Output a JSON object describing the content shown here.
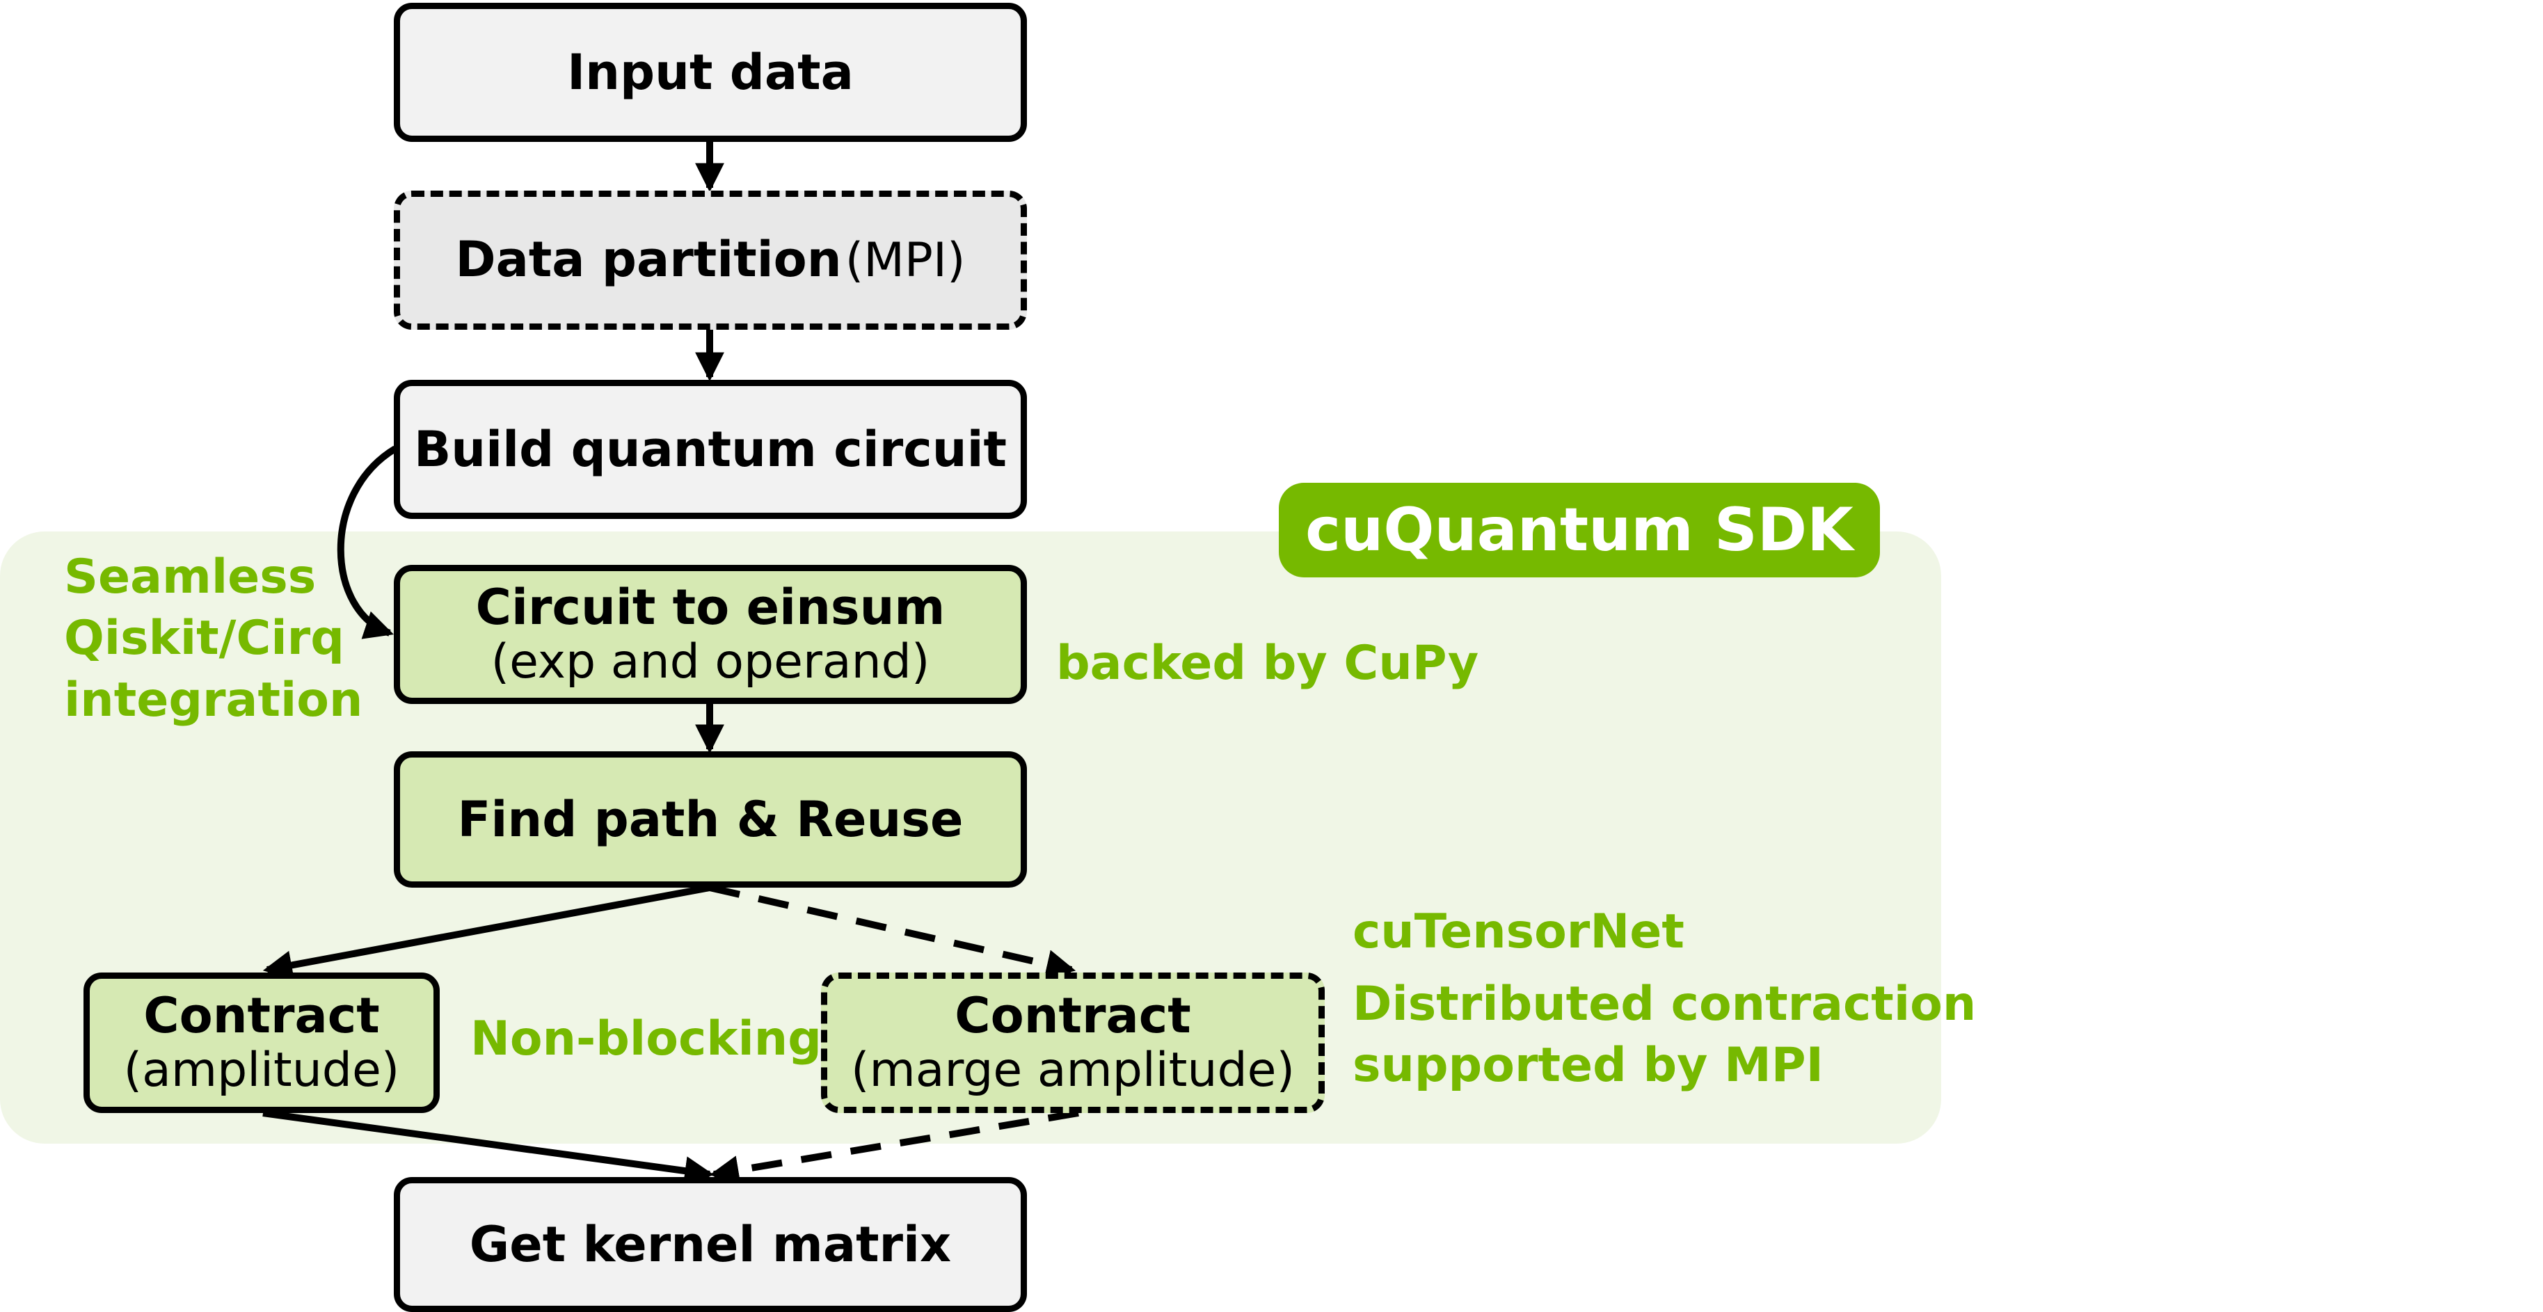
{
  "colors": {
    "accent": "#76b900",
    "sdk_background": "#f0f6e6",
    "step_gray": "#f2f2f2",
    "step_green": "#d6e9b3"
  },
  "sdk": {
    "badge": "cuQuantum SDK"
  },
  "steps": {
    "input": {
      "label": "Input data"
    },
    "partition": {
      "label": "Data partition",
      "suffix": "(MPI)"
    },
    "build": {
      "label": "Build quantum circuit"
    },
    "einsum": {
      "label": "Circuit to einsum",
      "sub": "(exp and operand)"
    },
    "find_path": {
      "label": "Find path & Reuse"
    },
    "contract_amplitude": {
      "label": "Contract",
      "sub": "(amplitude)"
    },
    "contract_marge": {
      "label": "Contract",
      "sub": "(marge amplitude)"
    },
    "kernel": {
      "label": "Get kernel matrix"
    }
  },
  "notes": {
    "seamless": [
      "Seamless",
      "Qiskit/Cirq",
      "integration"
    ],
    "cupy": "backed by CuPy",
    "cutensornet": "cuTensorNet",
    "non_blocking": "Non-blocking",
    "distributed": [
      "Distributed contraction",
      "supported by MPI"
    ]
  }
}
